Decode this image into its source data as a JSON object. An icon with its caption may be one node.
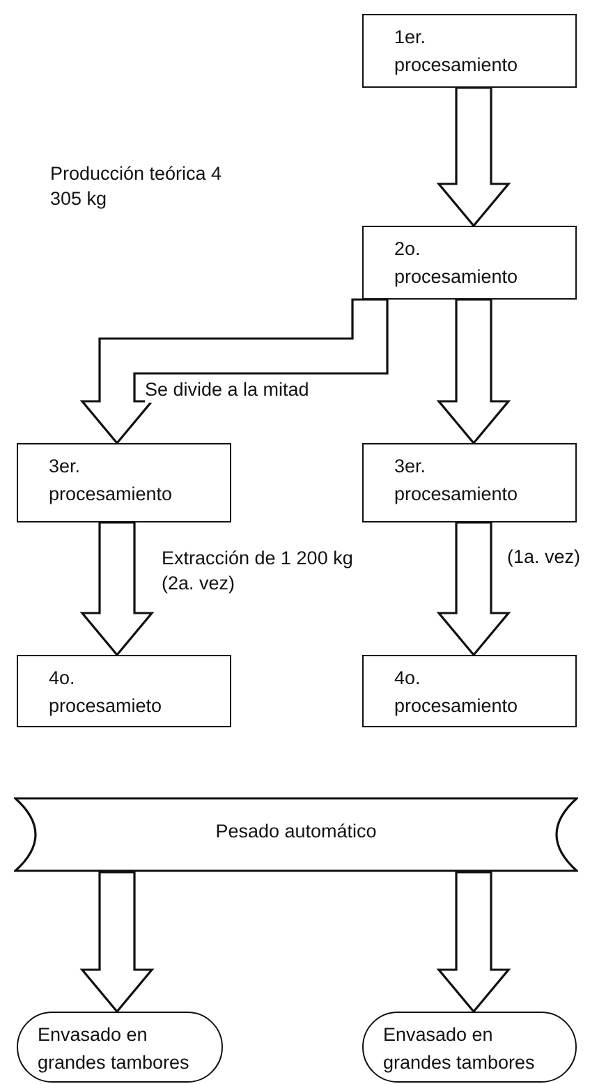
{
  "diagram": {
    "nodes": [
      {
        "text": [
          "1er. procesamiento"
        ]
      },
      {
        "text": [
          "2o. procesamiento"
        ]
      },
      {
        "text": [
          "3er. procesamiento"
        ]
      },
      {
        "text": [
          "3er. procesamiento"
        ]
      },
      {
        "text": [
          "4o. procesamieto"
        ]
      },
      {
        "text": [
          "4o. procesamiento"
        ]
      },
      {
        "text": [
          "Pesado automático"
        ]
      },
      {
        "text": [
          "Envasado en grandes tambores"
        ]
      },
      {
        "text": [
          "Envasado en grandes tambores"
        ]
      }
    ],
    "edges": [
      {
        "from": 0,
        "to": 1,
        "arrow": "to"
      },
      {
        "from": 1,
        "to": 2,
        "arrow": "to",
        "label": "Se divide a la mitad"
      },
      {
        "from": 1,
        "to": 3,
        "arrow": "to"
      },
      {
        "from": 2,
        "to": 4,
        "arrow": "to",
        "label": "Extracción de 1 200 kg (2a. vez)"
      },
      {
        "from": 3,
        "to": 5,
        "arrow": "to",
        "label": "(1a. vez)"
      },
      {
        "from": 6,
        "to": 7,
        "arrow": "to"
      },
      {
        "from": 6,
        "to": 8,
        "arrow": "to"
      }
    ],
    "labels": [
      "Producción teórica 4 305 kg"
    ]
  }
}
